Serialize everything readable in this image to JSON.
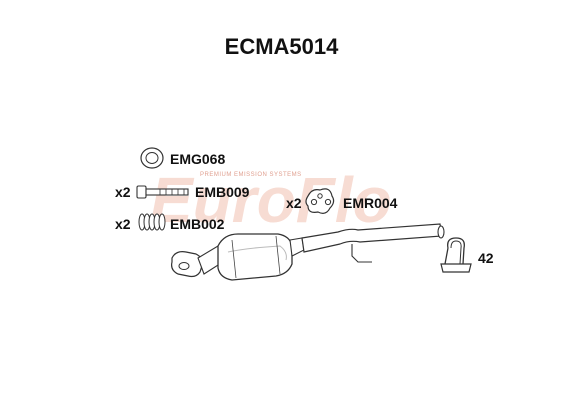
{
  "title": "ECMA5014",
  "watermark": {
    "brand": "EuroFlo",
    "tagline": "PREMIUM EMISSION SYSTEMS"
  },
  "parts": [
    {
      "code": "EMG068",
      "qty": ""
    },
    {
      "code": "EMB009",
      "qty": "x2"
    },
    {
      "code": "EMB002",
      "qty": "x2"
    },
    {
      "code": "EMR004",
      "qty": "x2"
    },
    {
      "code": "",
      "qty": "42"
    }
  ],
  "icons": {
    "gasket": "gasket-ring-icon",
    "bolt": "bolt-icon",
    "spring": "spring-icon",
    "rubber": "rubber-mount-icon",
    "clamp": "u-clamp-icon",
    "converter": "catalytic-converter-icon"
  },
  "colors": {
    "line": "#333333",
    "part_fill": "#ffffff",
    "shade": "#d8d8d8",
    "watermark": "#f6d6cc"
  }
}
